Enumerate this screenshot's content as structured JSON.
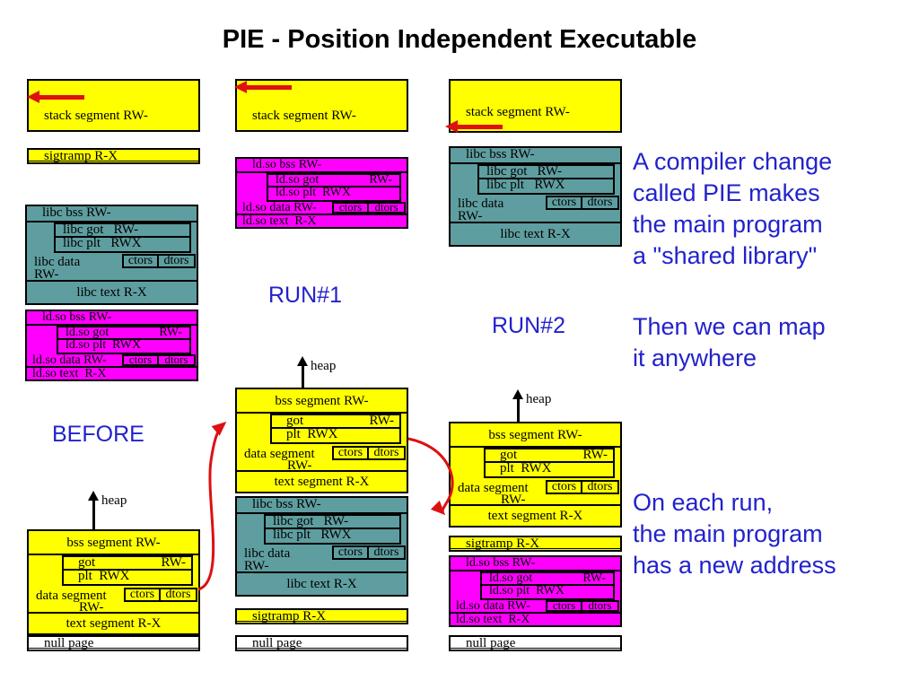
{
  "title": "PIE - Position Independent Executable",
  "section_labels": {
    "before": "BEFORE",
    "run1": "RUN#1",
    "run2": "RUN#2"
  },
  "annotations": {
    "compiler_change": [
      "A compiler change",
      "called PIE makes",
      "the main program",
      "a \"shared library\""
    ],
    "map_anywhere": [
      "Then we can map",
      "it anywhere"
    ],
    "new_address": [
      "On each run,",
      "the main program",
      "has a new address"
    ]
  },
  "segments": {
    "stack": "stack segment RW-",
    "sigtramp": "sigtramp R-X",
    "null_page": "null page",
    "heap": "heap"
  },
  "main_block": {
    "bss": "bss segment RW-",
    "got_label": "got",
    "got_perm": "RW-",
    "plt": "plt  RWX",
    "data_line1": "data segment",
    "data_line2": "RW-",
    "ctors": "ctors",
    "dtors": "dtors",
    "text": "text segment R-X"
  },
  "libc_block": {
    "bss": "libc bss RW-",
    "got": "libc got   RW-",
    "plt": "libc plt   RWX",
    "data_line1": "libc data",
    "data_line2": "RW-",
    "ctors": "ctors",
    "dtors": "dtors",
    "text": "libc text R-X"
  },
  "ldso_block": {
    "bss": "ld.so bss RW-",
    "got_label": "ld.so got",
    "got_perm": "RW-",
    "plt": "ld.so plt  RWX",
    "data": "ld.so data RW-",
    "ctors": "ctors",
    "dtors": "dtors",
    "text": "ld.so text  R-X"
  },
  "colors": {
    "segment_yellow": "#ffff00",
    "ldso_magenta": "#ff00ff",
    "libc_teal": "#5f9ea0",
    "arrow_red": "#dd1111",
    "label_blue": "#2222cc"
  }
}
